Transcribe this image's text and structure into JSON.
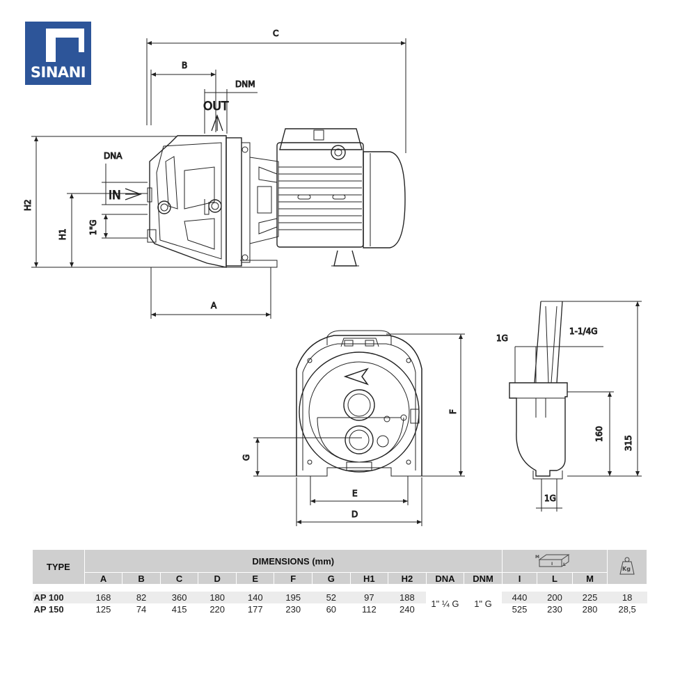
{
  "brand": {
    "name": "SINANI"
  },
  "side_view": {
    "labels": {
      "c": "C",
      "b": "B",
      "dnm": "DNM",
      "out": "OUT",
      "dna": "DNA",
      "in": "IN",
      "h2": "H2",
      "h1": "H1",
      "thread": "1\"G",
      "a": "A"
    }
  },
  "front_view": {
    "labels": {
      "f": "F",
      "g": "G",
      "e": "E",
      "d": "D"
    }
  },
  "accessory_view": {
    "labels": {
      "top_left": "1G",
      "top_right": "1-1/4G",
      "h160": "160",
      "h315": "315",
      "bottom": "1G"
    }
  },
  "table": {
    "type_header": "TYPE",
    "dimensions_header": "DIMENSIONS (mm)",
    "package_icon": "package-dimensions-icon",
    "weight_icon": "weight-kg-icon",
    "package_letters": {
      "m": "M",
      "l": "L",
      "i": "I"
    },
    "weight_unit": "Kg",
    "columns": [
      "A",
      "B",
      "C",
      "D",
      "E",
      "F",
      "G",
      "H1",
      "H2",
      "DNA",
      "DNM",
      "I",
      "L",
      "M"
    ],
    "rows": [
      {
        "type": "AP 100",
        "A": "168",
        "B": "82",
        "C": "360",
        "D": "180",
        "E": "140",
        "F": "195",
        "G": "52",
        "H1": "97",
        "H2": "188",
        "I": "440",
        "L": "200",
        "M": "225",
        "kg": "18"
      },
      {
        "type": "AP 150",
        "A": "125",
        "B": "74",
        "C": "415",
        "D": "220",
        "E": "177",
        "F": "230",
        "G": "60",
        "H1": "112",
        "H2": "240",
        "I": "525",
        "L": "230",
        "M": "280",
        "kg": "28,5"
      }
    ],
    "dna_shared": "1\" ¼  G",
    "dnm_shared": "1\" G"
  }
}
